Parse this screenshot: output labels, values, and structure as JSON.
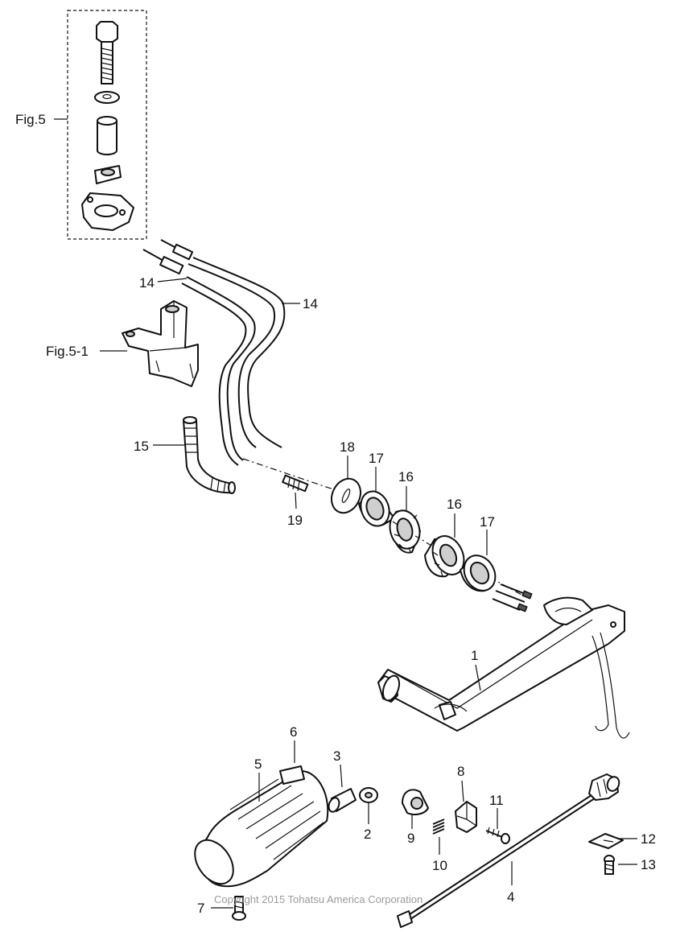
{
  "labels": {
    "fig5": "Fig.5",
    "fig5_1": "Fig.5-1",
    "p1": "1",
    "p2": "2",
    "p3": "3",
    "p4": "4",
    "p5": "5",
    "p6": "6",
    "p7": "7",
    "p8": "8",
    "p9": "9",
    "p10": "10",
    "p11": "11",
    "p12": "12",
    "p13": "13",
    "p14a": "14",
    "p14b": "14",
    "p15": "15",
    "p16a": "16",
    "p16b": "16",
    "p17a": "17",
    "p17b": "17",
    "p18": "18",
    "p19": "19"
  },
  "copyright": "Copyright 2015 Tohatsu America Corporation"
}
